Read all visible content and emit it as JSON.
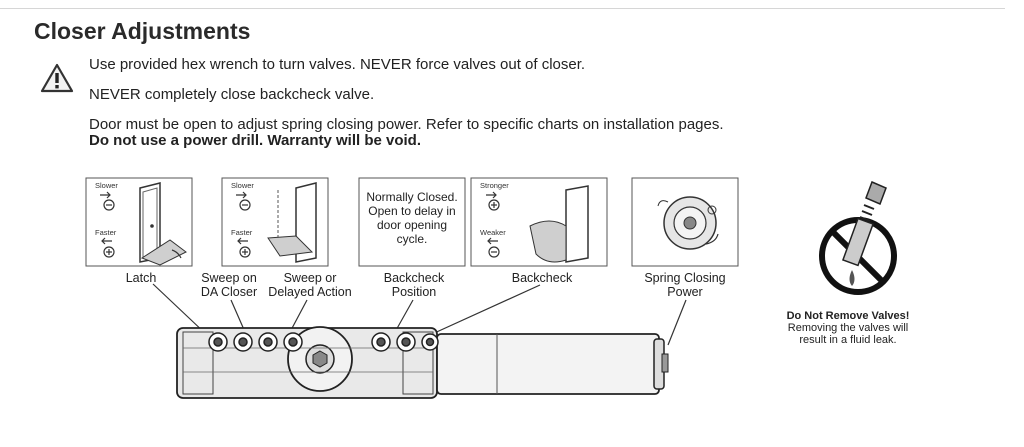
{
  "heading": "Closer Adjustments",
  "notes": [
    "Use provided hex wrench to turn valves. NEVER force valves out of closer.",
    "NEVER completely close backcheck valve.",
    "Door must be open to adjust spring closing power. Refer to specific charts on installation pages.",
    "Do not use a power drill. Warranty will be void."
  ],
  "boxes": {
    "latch": {
      "top": "Slower",
      "bottom": "Faster"
    },
    "sweep": {
      "top": "Slower",
      "bottom": "Faster"
    },
    "normally_closed": "Normally Closed. Open to delay in door opening cycle.",
    "backcheck": {
      "top": "Stronger",
      "bottom": "Weaker"
    }
  },
  "labels": {
    "latch": "Latch",
    "sweep_da": "Sweep on DA Closer",
    "sweep_delayed": "Sweep or Delayed Action",
    "backcheck_position": "Backcheck Position",
    "backcheck": "Backcheck",
    "spring_power": "Spring Closing Power"
  },
  "do_not_remove": {
    "title": "Do Not Remove Valves!",
    "text": "Removing the valves will result in a fluid leak."
  },
  "icons": [
    "warning-icon",
    "slower-arrow-icon",
    "faster-arrow-icon",
    "no-remove-valve-icon"
  ]
}
